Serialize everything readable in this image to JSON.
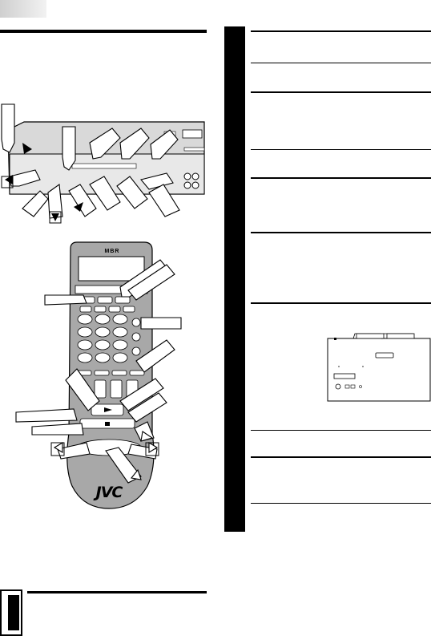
{
  "remote": {
    "brand": "JVC",
    "model_label": "MBR"
  },
  "colors": {
    "ink": "#000000",
    "panel_grey": "#d9d9d9",
    "remote_grey": "#a8a8a8",
    "page": "#ffffff"
  },
  "icons": [
    "hand-pointer-icon",
    "triangle-arrow-icon",
    "vcr-unit",
    "remote-control",
    "screen-menu-diagram"
  ]
}
